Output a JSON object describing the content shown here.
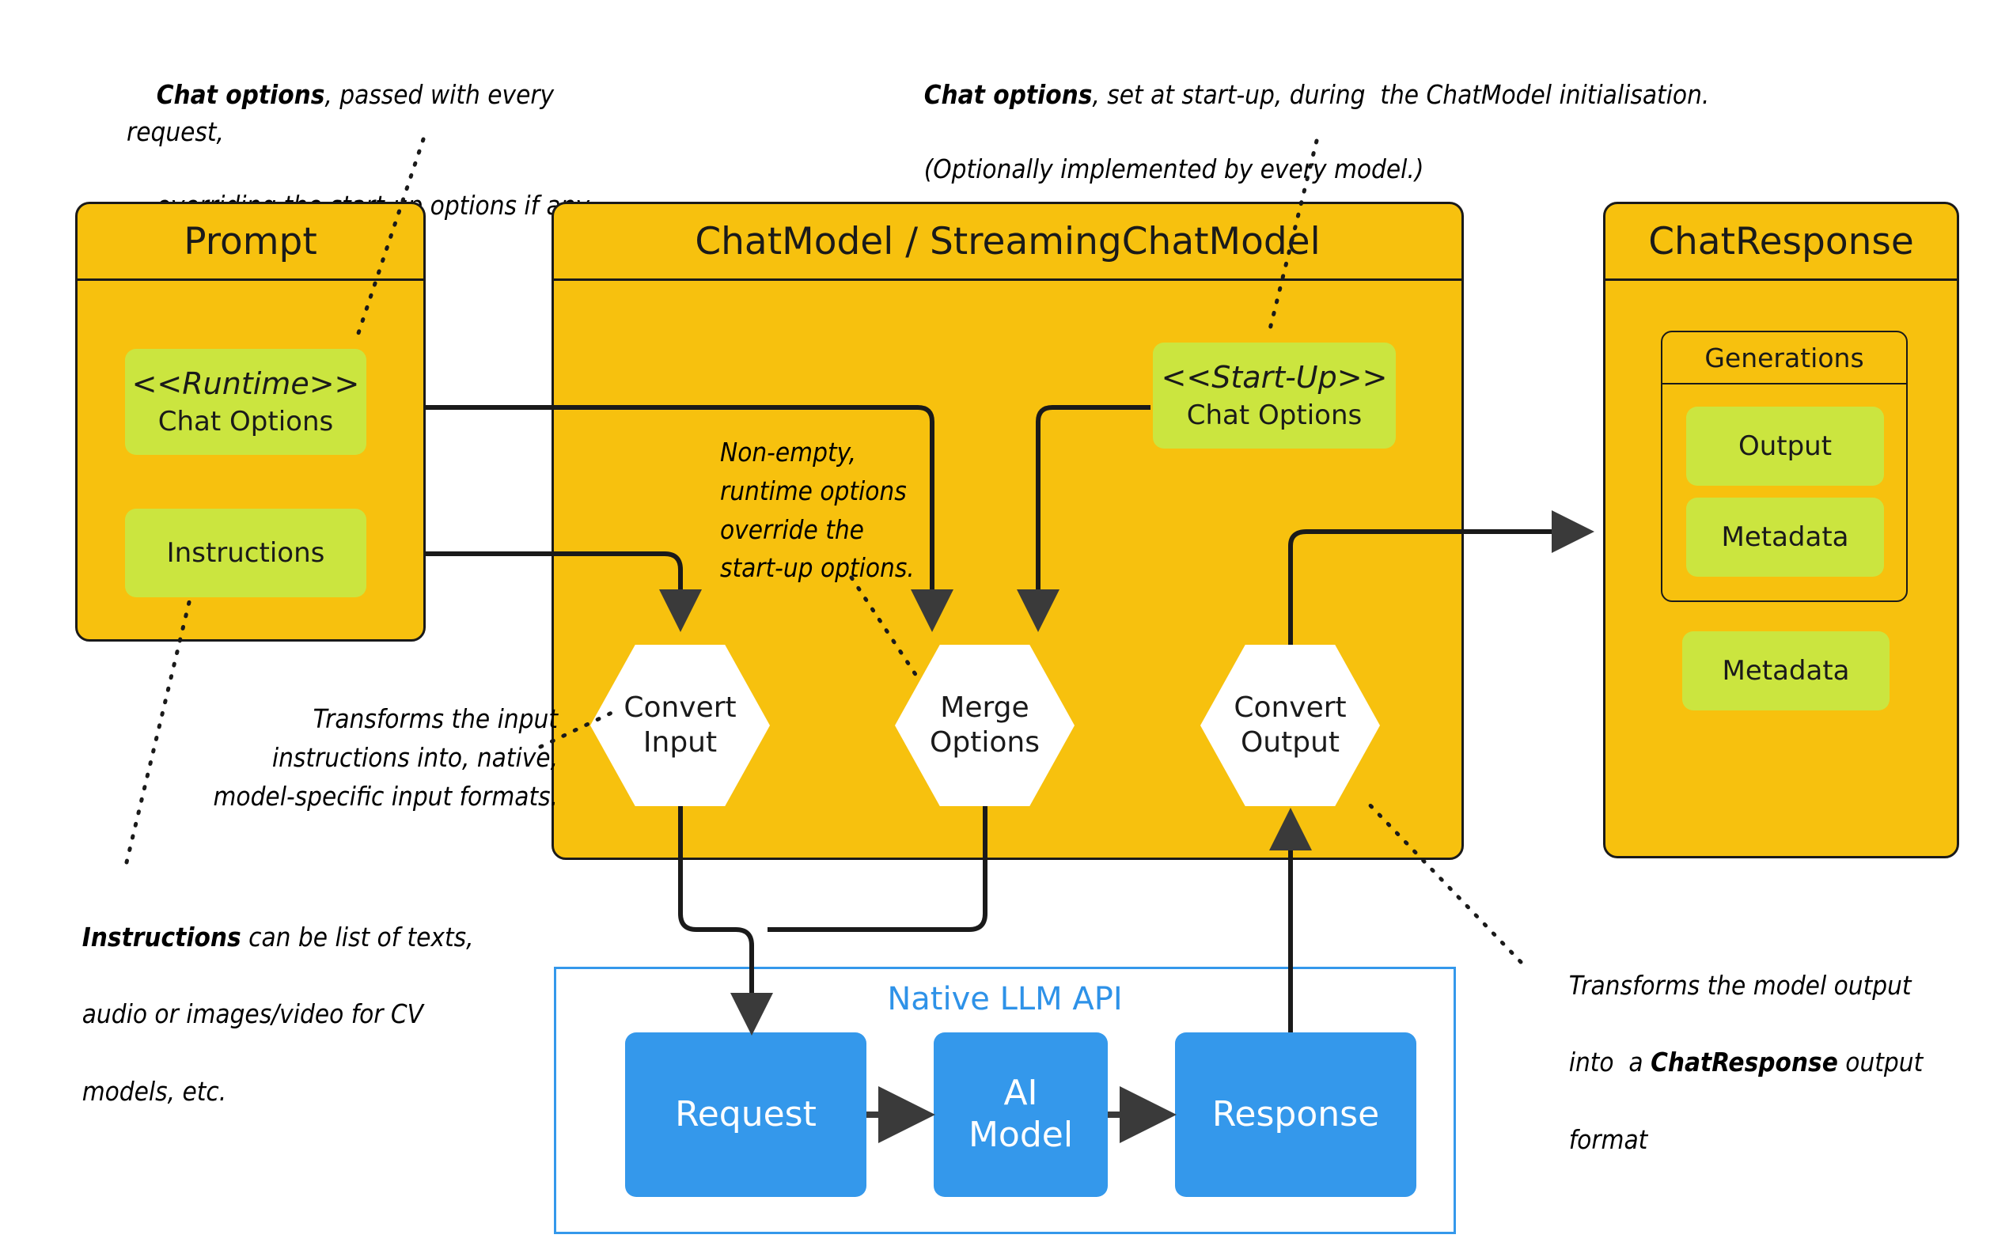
{
  "diagram": {
    "title_text_present": false,
    "colors": {
      "container_fill": "#f7c10e",
      "chip_fill": "#cbe53f",
      "api_blue": "#3498eb",
      "api_title_blue": "#2e92e8",
      "hexagon_fill": "#ffffff",
      "stroke": "#1a1a1a",
      "background": "#ffffff"
    }
  },
  "annotations": {
    "runtime_options": {
      "bold": "Chat options",
      "rest_line1": ", passed with every  request,",
      "line2": "overriding the start-up options if any."
    },
    "startup_options": {
      "bold": "Chat options",
      "rest_line1": ", set at start-up, during  the ChatModel initialisation.",
      "line2": "(Optionally implemented by every model.)"
    },
    "merge_note": "Non-empty,\nruntime options\noverride the\nstart-up options.",
    "convert_input_note": "Transforms the input\ninstructions into, native,\nmodel-specific input formats.",
    "instructions_note": {
      "bold": "Instructions",
      "rest_line1": " can be list of texts,",
      "line2": "audio or images/video for CV",
      "line3": "models, etc."
    },
    "convert_output_note": {
      "line1": "Transforms the model output",
      "line2_pre": "into  a ",
      "line2_bold": "ChatResponse",
      "line2_post": " output",
      "line3": "format"
    }
  },
  "prompt_container": {
    "title": "Prompt",
    "chips": [
      {
        "stereotype": "<<Runtime>>",
        "label": "Chat Options"
      },
      {
        "stereotype": "",
        "label": "Instructions"
      }
    ]
  },
  "chatmodel_container": {
    "title": "ChatModel / StreamingChatModel",
    "chips": [
      {
        "stereotype": "<<Start-Up>>",
        "label": "Chat Options"
      }
    ],
    "steps": [
      {
        "line1": "Convert",
        "line2": "Input"
      },
      {
        "line1": "Merge",
        "line2": "Options"
      },
      {
        "line1": "Convert",
        "line2": "Output"
      }
    ]
  },
  "chatresponse_container": {
    "title": "ChatResponse",
    "generations": {
      "title": "Generations",
      "chips": [
        {
          "label": "Output"
        },
        {
          "label": "Metadata"
        }
      ]
    },
    "metadata_chip": {
      "label": "Metadata"
    }
  },
  "native_llm_api": {
    "title": "Native LLM API",
    "boxes": [
      {
        "line1": "Request",
        "line2": ""
      },
      {
        "line1": "AI",
        "line2": "Model"
      },
      {
        "line1": "Response",
        "line2": ""
      }
    ]
  }
}
